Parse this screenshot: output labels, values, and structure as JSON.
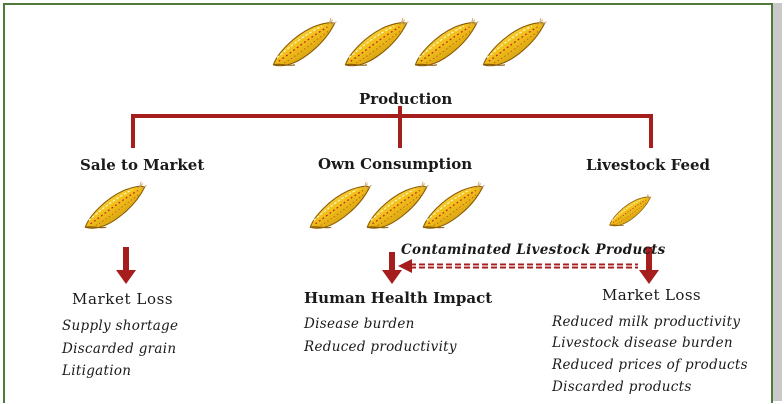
{
  "nodes": {
    "production": "Production",
    "sale_to_market": "Sale to Market",
    "own_consumption": "Own Consumption",
    "livestock_feed": "Livestock Feed"
  },
  "outcomes": {
    "left": {
      "title": "Market Loss",
      "items": [
        "Supply shortage",
        "Discarded grain",
        "Litigation"
      ]
    },
    "center": {
      "title": "Human Health Impact",
      "items": [
        "Disease burden",
        "Reduced productivity"
      ]
    },
    "right": {
      "title": "Market Loss",
      "items": [
        "Reduced milk productivity",
        "Livestock disease burden",
        "Reduced prices of products",
        "Discarded products"
      ]
    }
  },
  "link_label": "Contaminated Livestock Products",
  "colors": {
    "connector": "#a51d1d",
    "border": "#4f7a3a",
    "kernel": "#e8b20f"
  },
  "icons": [
    "maize-cob-icon"
  ]
}
